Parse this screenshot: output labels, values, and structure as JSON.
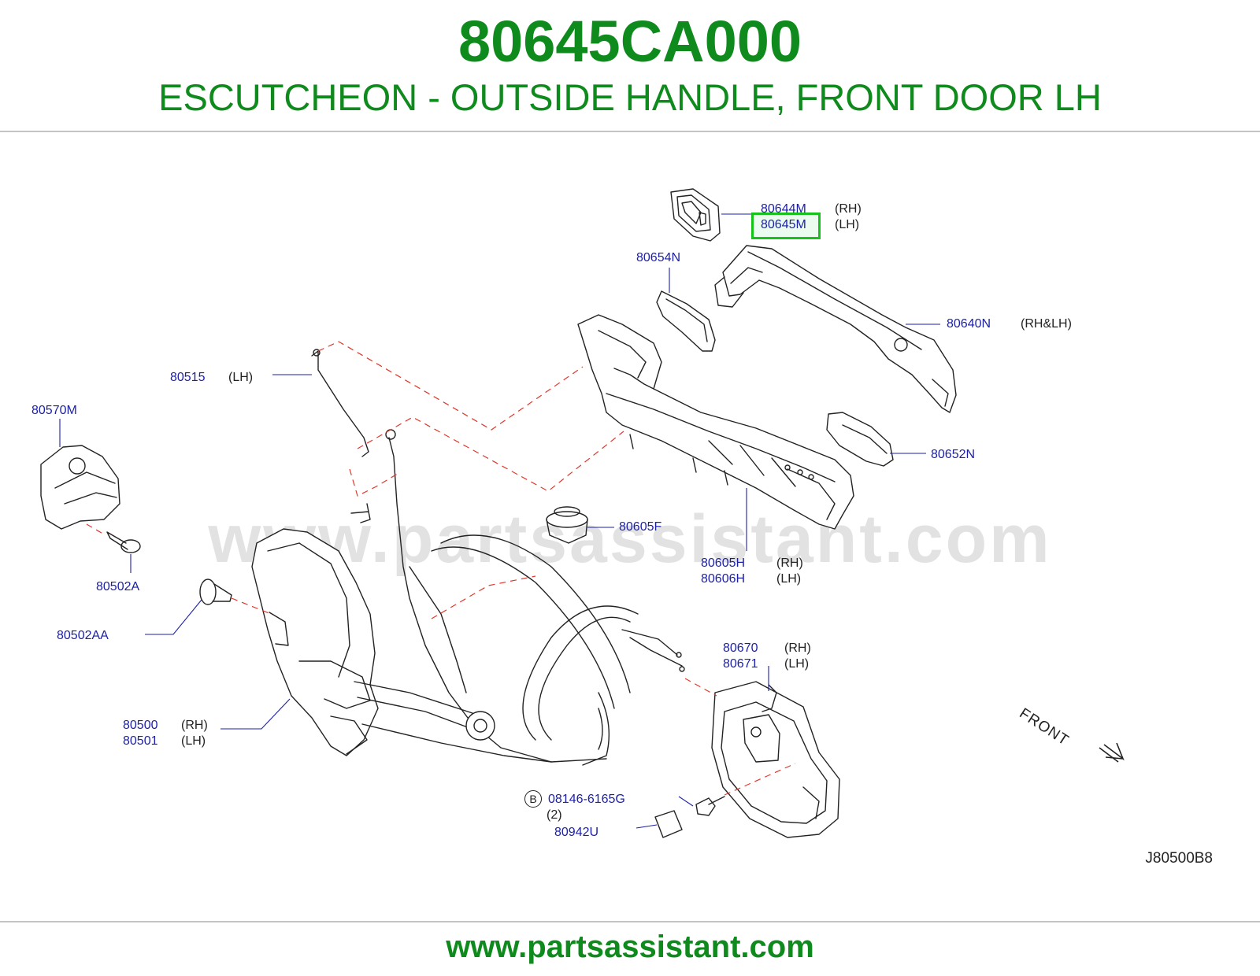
{
  "header": {
    "part_number": "80645CA000",
    "description": "ESCUTCHEON - OUTSIDE HANDLE, FRONT DOOR LH"
  },
  "watermark": "www.partsassistant.com",
  "callouts": {
    "c80644m": {
      "code": "80644M",
      "note": "(RH)"
    },
    "c80645m": {
      "code": "80645M",
      "note": "(LH)",
      "highlighted": true
    },
    "c80654n": {
      "code": "80654N"
    },
    "c80640n": {
      "code": "80640N",
      "note": "(RH&LH)"
    },
    "c80515": {
      "code": "80515",
      "note": "(LH)"
    },
    "c80570m": {
      "code": "80570M"
    },
    "c80652n": {
      "code": "80652N"
    },
    "c80605f": {
      "code": "80605F"
    },
    "c80605h": {
      "code": "80605H",
      "note": "(RH)"
    },
    "c80606h": {
      "code": "80606H",
      "note": "(LH)"
    },
    "c80502a": {
      "code": "80502A"
    },
    "c80502aa": {
      "code": "80502AA"
    },
    "c80670": {
      "code": "80670",
      "note": "(RH)"
    },
    "c80671": {
      "code": "80671",
      "note": "(LH)"
    },
    "c80500": {
      "code": "80500",
      "note": "(RH)"
    },
    "c80501": {
      "code": "80501",
      "note": "(LH)"
    },
    "c08146": {
      "code": "08146-6165G",
      "marker": "B",
      "qty": "(2)"
    },
    "c80942u": {
      "code": "80942U"
    }
  },
  "front_label": "FRONT",
  "diagram_code": "J80500B8",
  "footer": {
    "url": "www.partsassistant.com"
  },
  "colors": {
    "title_green": "#0f8a1c",
    "callout_blue": "#1b1fa8",
    "highlight_green": "#17c21a",
    "leader_dashed_red": "#e0382c",
    "rule_gray": "#c4c4c4",
    "watermark_gray": "#e2e2e2"
  }
}
